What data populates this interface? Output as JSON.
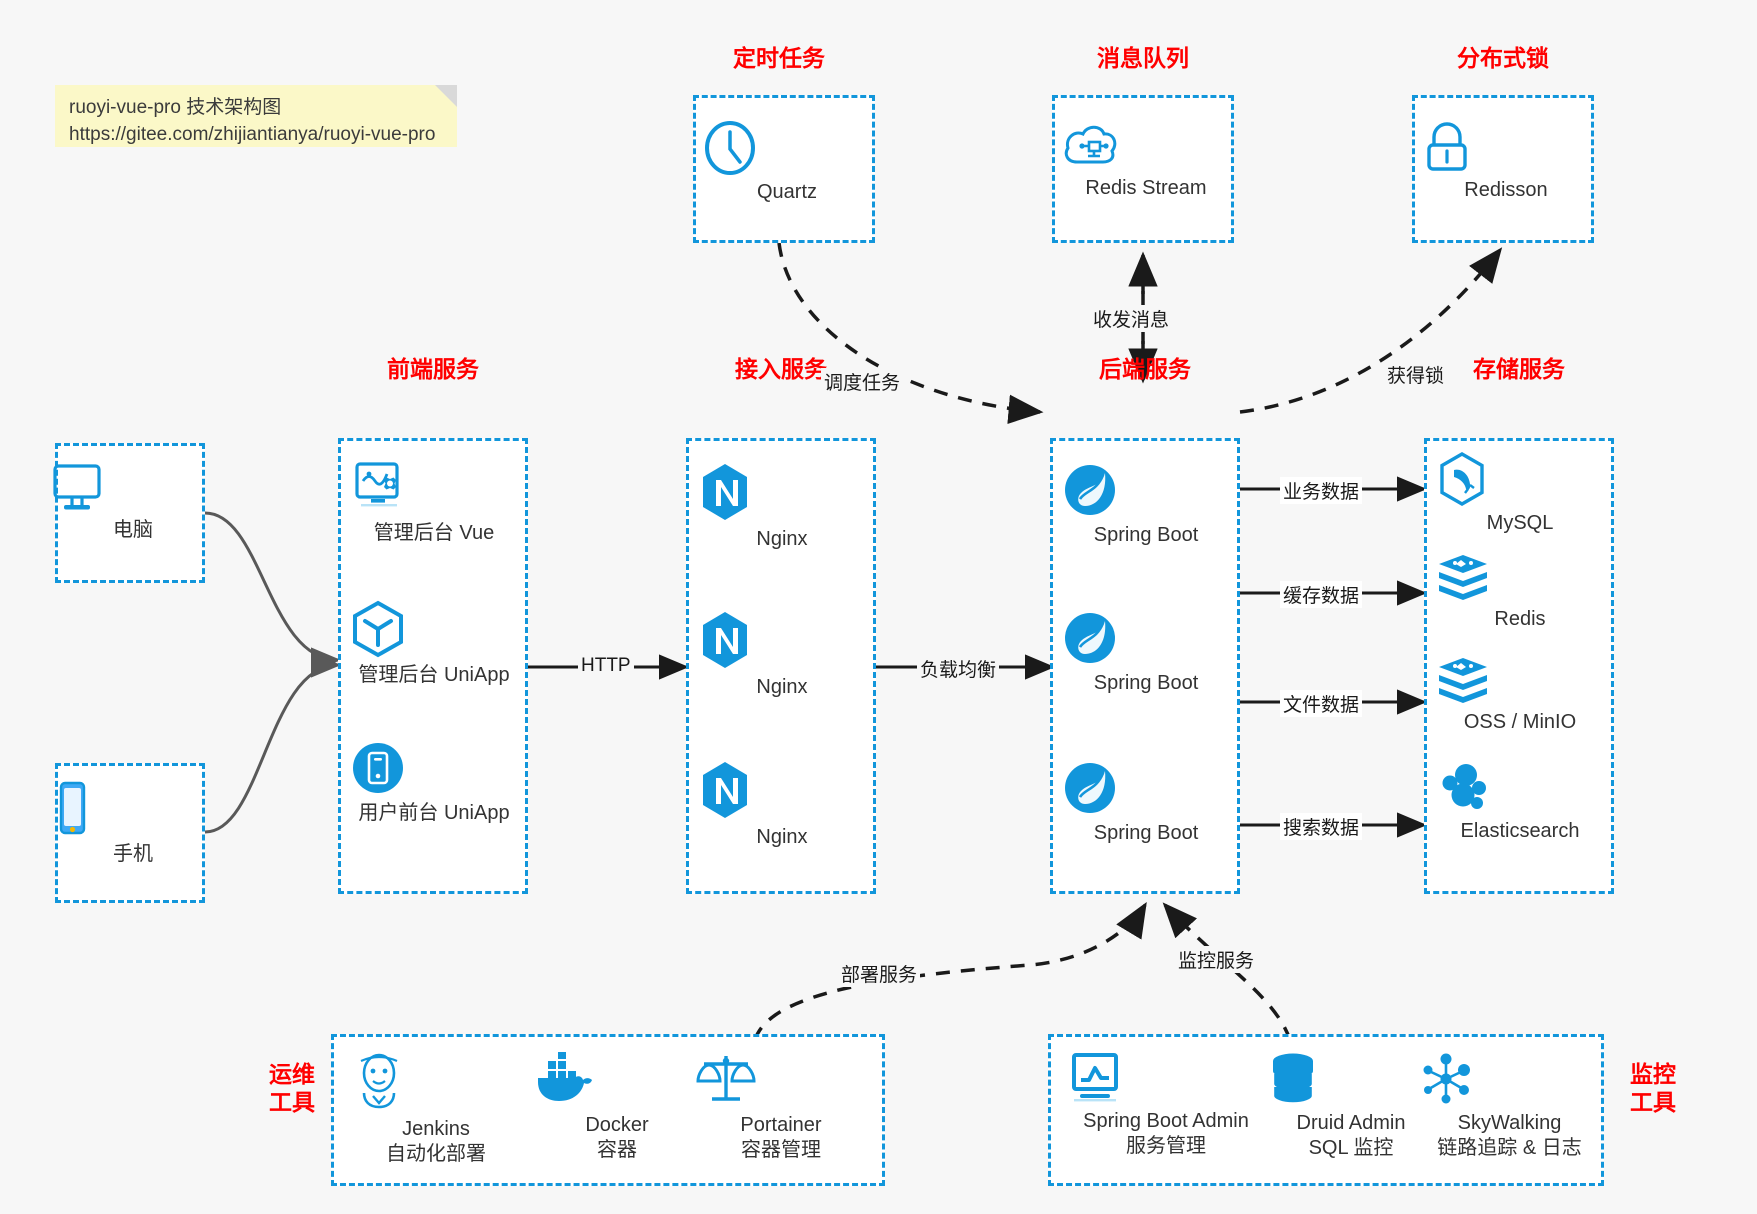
{
  "note": {
    "line1": "ruoyi-vue-pro 技术架构图",
    "line2": "https://gitee.com/zhijiantianya/ruoyi-vue-pro"
  },
  "colors": {
    "accent_blue": "#1296db",
    "title_red": "#ff0000",
    "box_border": "#1296db",
    "note_bg": "#fbf8c8",
    "canvas_bg": "#f7f7f7",
    "arrow_dark": "#1a1a1a",
    "arrow_gray": "#595959"
  },
  "groups": {
    "scheduled_task": "定时任务",
    "message_queue": "消息队列",
    "distributed_lock": "分布式锁",
    "frontend_service": "前端服务",
    "gateway_service": "接入服务",
    "backend_service": "后端服务",
    "storage_service": "存储服务",
    "devops_tools_line1": "运维",
    "devops_tools_line2": "工具",
    "monitor_tools_line1": "监控",
    "monitor_tools_line2": "工具"
  },
  "nodes": {
    "quartz": {
      "label": "Quartz",
      "icon": "clock-icon"
    },
    "redis_stream": {
      "label": "Redis Stream",
      "icon": "cloud-stream-icon"
    },
    "redisson": {
      "label": "Redisson",
      "icon": "lock-icon"
    },
    "pc": {
      "label": "电脑",
      "icon": "desktop-icon"
    },
    "mobile": {
      "label": "手机",
      "icon": "smartphone-icon"
    },
    "admin_vue": {
      "label": "管理后台 Vue",
      "icon": "dashboard-gear-icon"
    },
    "admin_uniapp": {
      "label": "管理后台 UniApp",
      "icon": "cube-icon"
    },
    "user_uniapp": {
      "label": "用户前台 UniApp",
      "icon": "mobile-circle-icon"
    },
    "nginx_1": {
      "label": "Nginx",
      "icon": "nginx-icon"
    },
    "nginx_2": {
      "label": "Nginx",
      "icon": "nginx-icon"
    },
    "nginx_3": {
      "label": "Nginx",
      "icon": "nginx-icon"
    },
    "spring_boot_1": {
      "label": "Spring Boot",
      "icon": "spring-leaf-icon"
    },
    "spring_boot_2": {
      "label": "Spring Boot",
      "icon": "spring-leaf-icon"
    },
    "spring_boot_3": {
      "label": "Spring Boot",
      "icon": "spring-leaf-icon"
    },
    "mysql": {
      "label": "MySQL",
      "icon": "mysql-dolphin-icon"
    },
    "redis": {
      "label": "Redis",
      "icon": "redis-stack-icon"
    },
    "oss_minio": {
      "label": "OSS / MinIO",
      "icon": "redis-stack-icon"
    },
    "elasticsearch": {
      "label": "Elasticsearch",
      "icon": "elasticsearch-icon"
    },
    "jenkins": {
      "label": "Jenkins",
      "sublabel": "自动化部署",
      "icon": "jenkins-butler-icon"
    },
    "docker": {
      "label": "Docker",
      "sublabel": "容器",
      "icon": "docker-whale-icon"
    },
    "portainer": {
      "label": "Portainer",
      "sublabel": "容器管理",
      "icon": "scales-icon"
    },
    "spring_boot_admin": {
      "label": "Spring Boot Admin",
      "sublabel": "服务管理",
      "icon": "monitor-chart-icon"
    },
    "druid_admin": {
      "label": "Druid Admin",
      "sublabel": "SQL 监控",
      "icon": "database-icon"
    },
    "skywalking": {
      "label": "SkyWalking",
      "sublabel": "链路追踪 & 日志",
      "icon": "network-nodes-icon"
    }
  },
  "edges": {
    "http": "HTTP",
    "load_balance": "负载均衡",
    "schedule_task": "调度任务",
    "send_receive_message": "收发消息",
    "acquire_lock": "获得锁",
    "business_data": "业务数据",
    "cache_data": "缓存数据",
    "file_data": "文件数据",
    "search_data": "搜索数据",
    "deploy_service": "部署服务",
    "monitor_service": "监控服务"
  }
}
